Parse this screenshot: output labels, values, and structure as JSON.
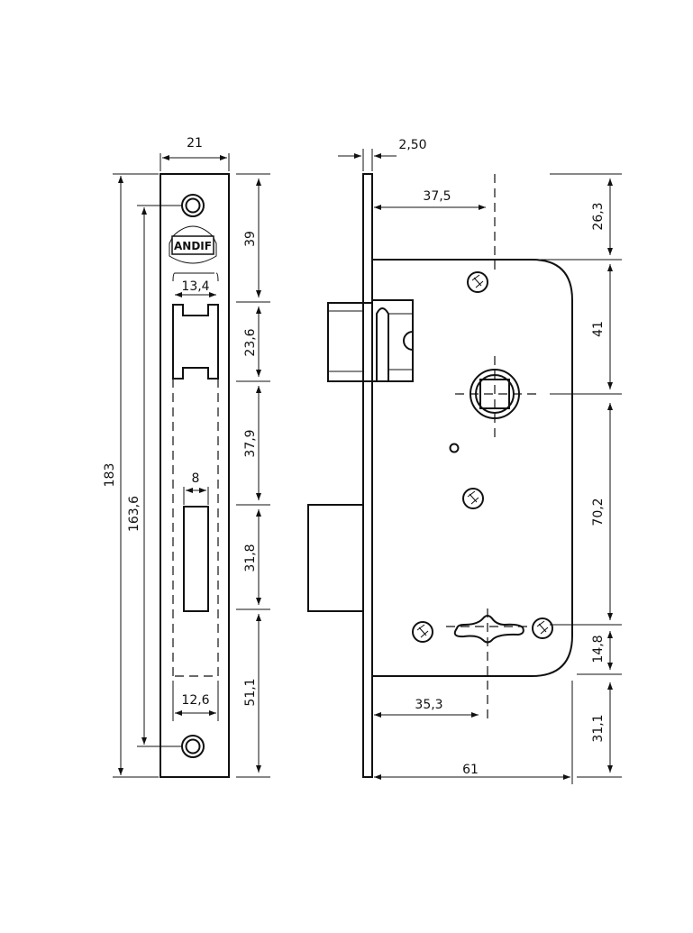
{
  "logo": {
    "text": "ANDIF"
  },
  "front_view": {
    "width": "21",
    "total_height": "183",
    "screw_spacing": "163,6",
    "latch_width": "13,4",
    "deadbolt_width": "8",
    "bottom_opening_width": "12,6",
    "segments": [
      "39",
      "23,6",
      "37,9",
      "31,8",
      "51,1"
    ]
  },
  "side_view": {
    "faceplate_thickness": "2,50",
    "backset_follower": "37,5",
    "backset_keyhole": "35,3",
    "case_depth": "61",
    "right_dims": [
      "26,3",
      "41",
      "70,2",
      "14,8",
      "31,1"
    ]
  }
}
